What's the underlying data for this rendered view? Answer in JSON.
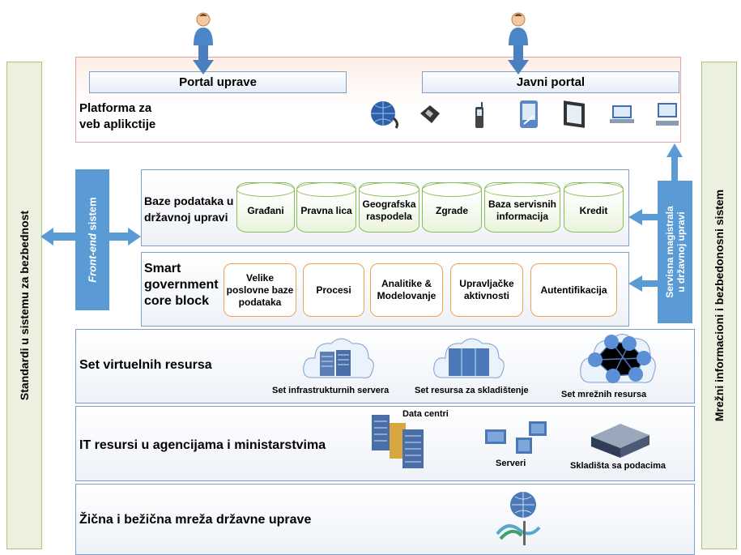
{
  "left_panel": {
    "label": "Standardi u sistemu za bezbednost"
  },
  "right_panel": {
    "label": "Mrežni informacioni i bezbedonosni sistem"
  },
  "platform": {
    "label_line1": "Platforma za",
    "label_line2": "veb aplikctije",
    "portal_uprave": "Portal uprave",
    "javni_portal": "Javni portal"
  },
  "front_end": {
    "label_em": "Front-end",
    "label_rest": " sistem"
  },
  "service_bus": {
    "line1": "Servisna magistrala",
    "line2": "u državnoj upravi"
  },
  "databases": {
    "label_line1": "Baze podataka u",
    "label_line2": "državnoj upravi",
    "items": [
      "Građani",
      "Pravna lica",
      "Geografska raspodela",
      "Zgrade",
      "Baza servisnih informacija",
      "Kredit"
    ]
  },
  "core": {
    "label_line1": "Smart",
    "label_line2": "government",
    "label_line3": "core block",
    "items": [
      "Velike poslovne baze podataka",
      "Procesi",
      "Analitike & Modelovanje",
      "Upravljačke aktivnosti",
      "Autentifikacija"
    ]
  },
  "virtual": {
    "label": "Set virtuelnih resursa",
    "items": [
      "Set infrastrukturnih servera",
      "Set resursa za skladištenje",
      "Set mrežnih resursa"
    ]
  },
  "it": {
    "label": "IT resursi u agencijama i ministarstvima",
    "items": [
      "Data centri",
      "Serveri",
      "Skladišta sa podacima"
    ]
  },
  "network": {
    "label": "Žična i bežična mreža državne uprave"
  },
  "colors": {
    "layer_border": "#7f9fc9",
    "accent_blue": "#5b9bd5",
    "green_border": "#8dbd5a",
    "orange_border": "#f0a050",
    "side_fill": "#ebf1de"
  },
  "icons": [
    "user-icon",
    "globe-phone-icon",
    "telephone-icon",
    "mobile-phone-icon",
    "pda-icon",
    "monitor-icon",
    "laptop-icon",
    "desktop-computer-icon",
    "server-cloud-icon",
    "storage-cloud-icon",
    "network-cloud-icon",
    "data-center-icon",
    "servers-icon",
    "storage-box-icon",
    "network-cable-icon"
  ]
}
